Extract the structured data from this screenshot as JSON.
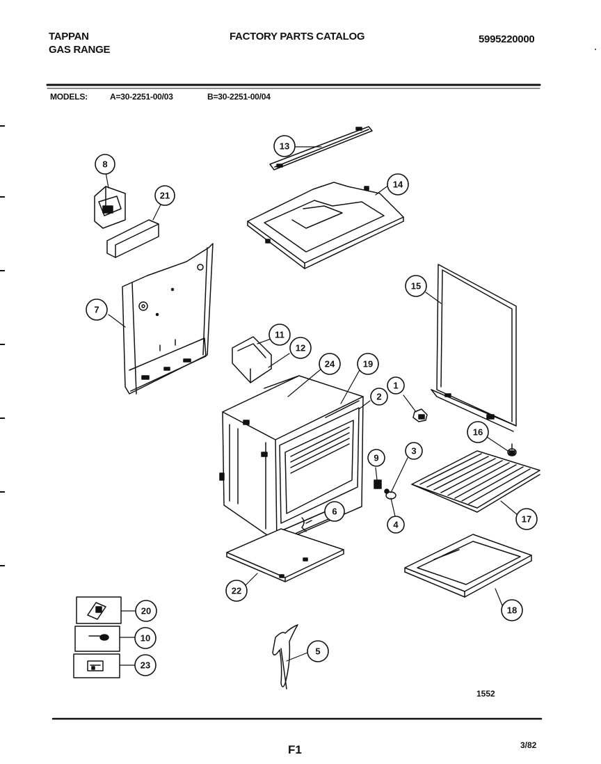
{
  "header": {
    "brand": "TAPPAN",
    "product": "GAS RANGE",
    "catalog_title": "FACTORY PARTS CATALOG",
    "part_number": "5995220000"
  },
  "models": {
    "label": "MODELS:",
    "model_a": "A=30-2251-00/03",
    "model_b": "B=30-2251-00/04"
  },
  "callouts": [
    "1",
    "2",
    "3",
    "4",
    "5",
    "6",
    "7",
    "8",
    "9",
    "10",
    "11",
    "12",
    "13",
    "14",
    "15",
    "16",
    "17",
    "18",
    "19",
    "20",
    "21",
    "22",
    "23",
    "24"
  ],
  "footer": {
    "drawing_number": "1552",
    "page_code": "F1",
    "date": "3/82"
  }
}
